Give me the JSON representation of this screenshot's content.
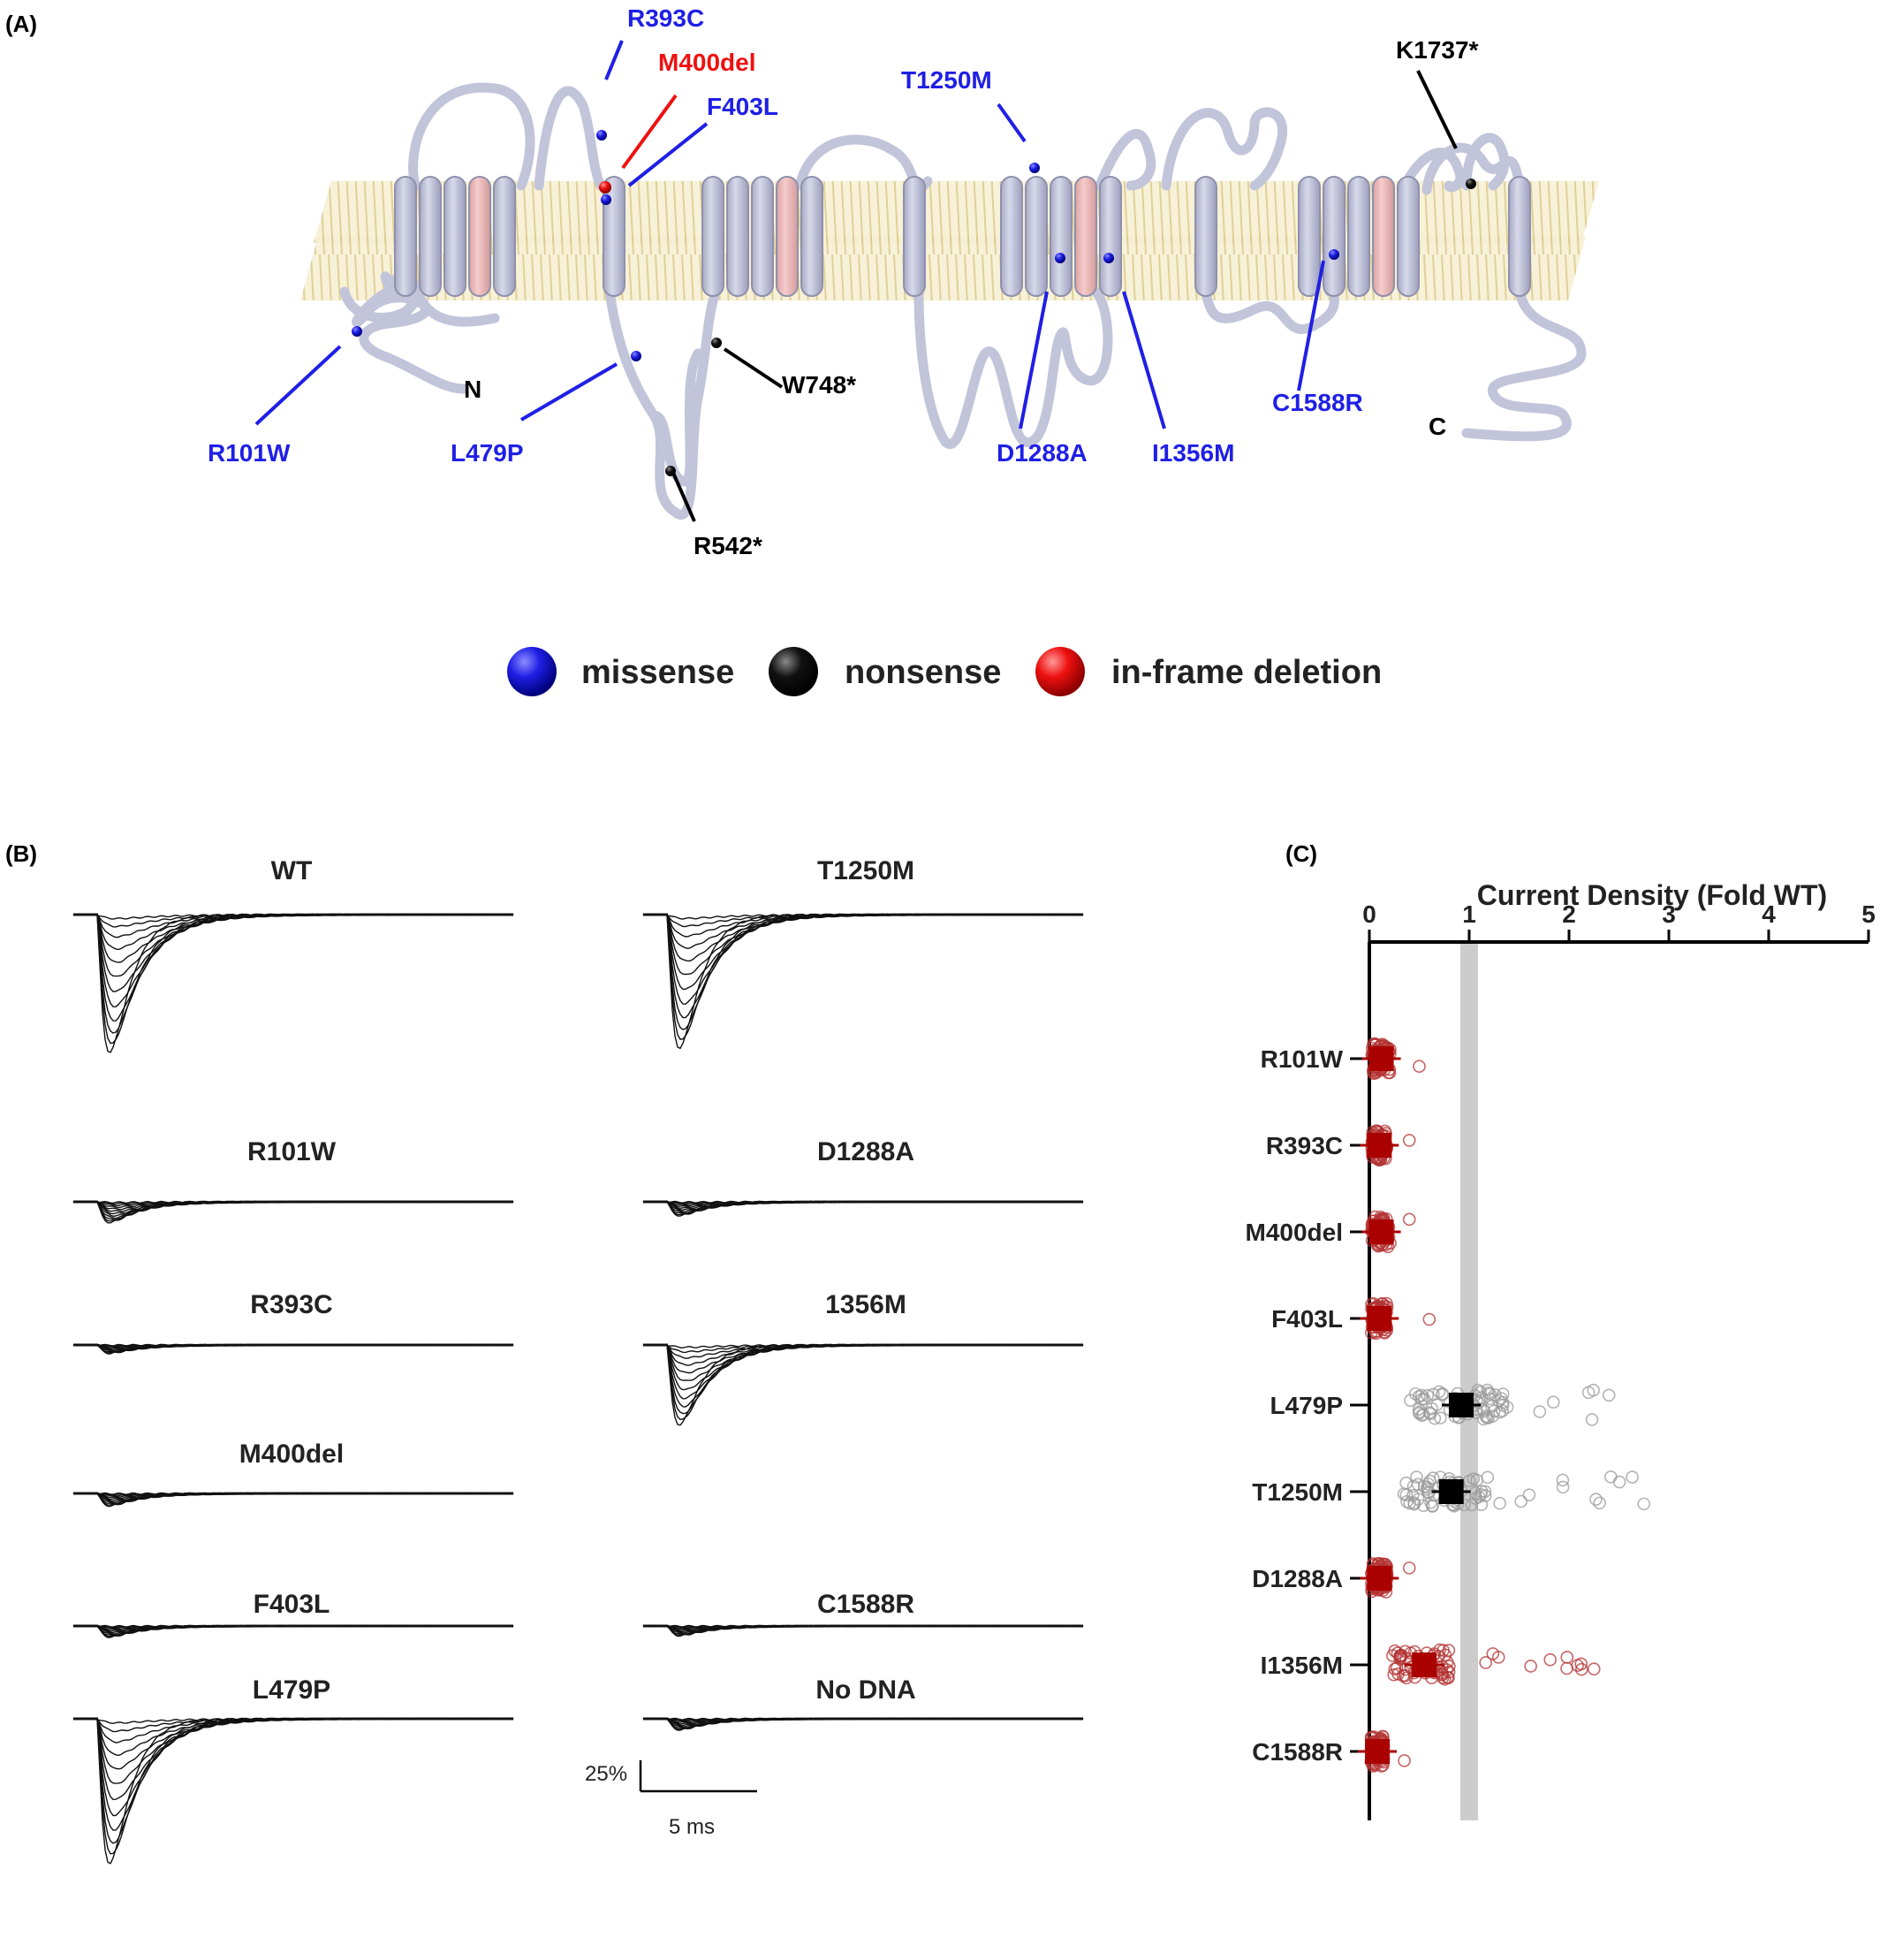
{
  "panel_a": {
    "letter": "(A)",
    "terminal_n": "N",
    "terminal_c": "C",
    "colors": {
      "missense": "#1f1fe6",
      "nonsense": "#000000",
      "deletion": "#ee1111",
      "protein": "#c2c4da",
      "pore": "#efb9b9",
      "membrane": "#ecdfb0"
    },
    "variants": [
      {
        "name": "R393C",
        "type": "missense"
      },
      {
        "name": "M400del",
        "type": "deletion"
      },
      {
        "name": "F403L",
        "type": "missense"
      },
      {
        "name": "T1250M",
        "type": "missense"
      },
      {
        "name": "K1737*",
        "type": "nonsense"
      },
      {
        "name": "W748*",
        "type": "nonsense"
      },
      {
        "name": "R101W",
        "type": "missense"
      },
      {
        "name": "L479P",
        "type": "missense"
      },
      {
        "name": "R542*",
        "type": "nonsense"
      },
      {
        "name": "D1288A",
        "type": "missense"
      },
      {
        "name": "I1356M",
        "type": "missense"
      },
      {
        "name": "C1588R",
        "type": "missense"
      }
    ],
    "legend": [
      {
        "label": "missense",
        "color": "#1f1fe6"
      },
      {
        "label": "nonsense",
        "color": "#000000"
      },
      {
        "label": "in-frame deletion",
        "color": "#ee1111"
      }
    ]
  },
  "panel_b": {
    "letter": "(B)",
    "traces": [
      {
        "label": "WT",
        "peak": 1.0
      },
      {
        "label": "R101W",
        "peak": 0.15
      },
      {
        "label": "R393C",
        "peak": 0.06
      },
      {
        "label": "M400del",
        "peak": 0.09
      },
      {
        "label": "F403L",
        "peak": 0.08
      },
      {
        "label": "L479P",
        "peak": 1.05
      },
      {
        "label": "T1250M",
        "peak": 0.97
      },
      {
        "label": "D1288A",
        "peak": 0.1
      },
      {
        "label": "1356M",
        "peak": 0.58
      },
      {
        "label": "C1588R",
        "peak": 0.07
      },
      {
        "label": "No DNA",
        "peak": 0.08
      }
    ],
    "scale_y": "25%",
    "scale_x": "5 ms"
  },
  "panel_c": {
    "letter": "(C)"
  },
  "chart_data": {
    "type": "scatter",
    "title": "Current Density (Fold WT)",
    "xlim": [
      0,
      5
    ],
    "xticks": [
      "0",
      "1",
      "2",
      "3",
      "4",
      "5"
    ],
    "categories": [
      "R101W",
      "R393C",
      "M400del",
      "F403L",
      "L479P",
      "T1250M",
      "D1288A",
      "I1356M",
      "C1588R"
    ],
    "means": [
      0.12,
      0.1,
      0.12,
      0.1,
      0.92,
      0.82,
      0.1,
      0.55,
      0.08
    ],
    "point_max": [
      0.5,
      0.4,
      0.4,
      0.6,
      2.4,
      2.75,
      0.4,
      2.25,
      0.35
    ],
    "point_colors": [
      "#b33333",
      "#b33333",
      "#b33333",
      "#b33333",
      "#999999",
      "#999999",
      "#b33333",
      "#b33333",
      "#b33333"
    ],
    "reference": 1.0
  }
}
